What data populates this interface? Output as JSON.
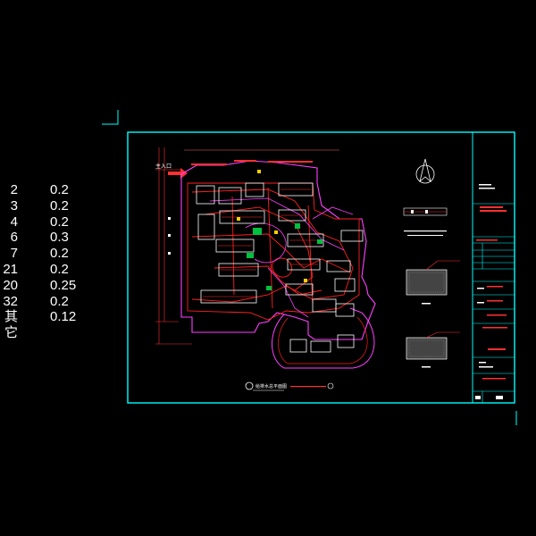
{
  "pen_weight_table": [
    {
      "pen": "2",
      "weight": "0.2"
    },
    {
      "pen": "3",
      "weight": "0.2"
    },
    {
      "pen": "4",
      "weight": "0.2"
    },
    {
      "pen": "6",
      "weight": "0.3"
    },
    {
      "pen": "7",
      "weight": "0.2"
    },
    {
      "pen": "21",
      "weight": "0.2"
    },
    {
      "pen": "20",
      "weight": "0.25"
    },
    {
      "pen": "32",
      "weight": "0.2"
    },
    {
      "pen": "其它",
      "weight": "0.12"
    }
  ],
  "colors": {
    "background": "#000000",
    "frame": "#00ffff",
    "pipe": "#ff2020",
    "route": "#ff00ff",
    "building": "#ffffff",
    "green": "#00c040",
    "yellow": "#ffd000",
    "text": "#ffffff"
  },
  "drawing": {
    "entrance_label": "主入口",
    "plan_title": "给排水总平面图"
  }
}
